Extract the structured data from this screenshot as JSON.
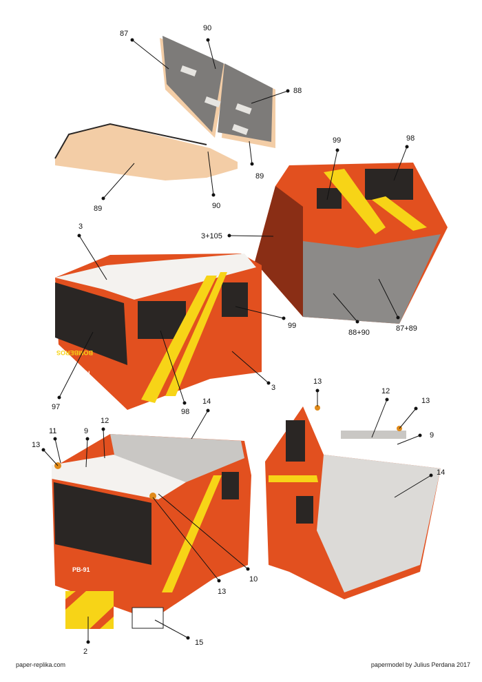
{
  "labels": {
    "l87": "87",
    "l90a": "90",
    "l88": "88",
    "l89a": "89",
    "l89b": "89",
    "l90b": "90",
    "l99a": "99",
    "l98a": "98",
    "l3p105": "3+105",
    "l3a": "3",
    "l99b": "99",
    "l3b": "3",
    "l97": "97",
    "l98b": "98",
    "l88p90": "88+90",
    "l87p89": "87+89",
    "l14a": "14",
    "l13a": "13",
    "l12a": "12",
    "l13b": "13",
    "l9a": "9",
    "l14b": "14",
    "l11": "11",
    "l9b": "9",
    "l12b": "12",
    "l13c": "13",
    "l10": "10",
    "l13d": "13",
    "l2": "2",
    "l15": "15"
  },
  "footer": {
    "left": "paper-replika.com",
    "right": "papermodel by Julius Perdana 2017"
  },
  "logo_text": [
    "BOMBEROS",
    "MAN",
    "PB-91"
  ],
  "colors": {
    "orange": "#e2501f",
    "yellow": "#f7d417",
    "dark": "#2a2624",
    "roof": "#f4f2ef",
    "grey": "#8c8a88",
    "tan": "#f3cda6"
  }
}
